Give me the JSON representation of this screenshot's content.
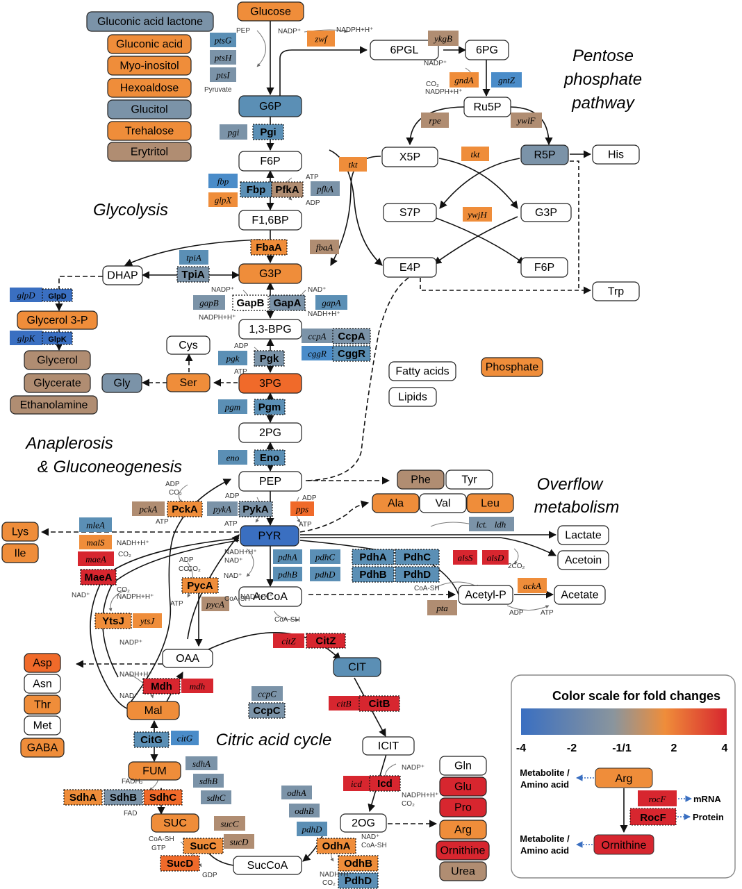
{
  "colors": {
    "deep_blue": "#3a6fc1",
    "blue": "#4a8cc9",
    "steel_blue": "#5b8fb5",
    "blue_grey": "#7b93a8",
    "grey": "#8a959d",
    "tan": "#b08d72",
    "orange": "#ef8d3a",
    "orange_red": "#f06a2a",
    "red": "#d7262f",
    "white": "#ffffff"
  },
  "titles": {
    "ppp": [
      "Pentose",
      "phosphate",
      "pathway"
    ],
    "glycolysis": "Glycolysis",
    "anaplerosis": [
      "Anaplerosis",
      "& Gluconeogenesis"
    ],
    "overflow": [
      "Overflow",
      "metabolism"
    ],
    "tca": "Citric acid cycle"
  },
  "metabolites": [
    {
      "t": "Gluconic acid lactone",
      "c": "blue_grey"
    },
    {
      "t": "Gluconic acid",
      "c": "orange"
    },
    {
      "t": "Myo-inositol",
      "c": "orange"
    },
    {
      "t": "Hexoaldose",
      "c": "orange"
    },
    {
      "t": "Glucitol",
      "c": "blue_grey"
    },
    {
      "t": "Trehalose",
      "c": "orange"
    },
    {
      "t": "Erytritol",
      "c": "tan"
    },
    {
      "t": "Glucose",
      "c": "orange"
    },
    {
      "t": "G6P",
      "c": "steel_blue"
    },
    {
      "t": "F6P",
      "c": "white"
    },
    {
      "t": "F1,6BP",
      "c": "white"
    },
    {
      "t": "G3P",
      "c": "orange"
    },
    {
      "t": "DHAP",
      "c": "white"
    },
    {
      "t": "Glycerol 3-P",
      "c": "orange"
    },
    {
      "t": "Glycerol",
      "c": "tan"
    },
    {
      "t": "Glycerate",
      "c": "tan"
    },
    {
      "t": "Ethanolamine",
      "c": "tan"
    },
    {
      "t": "1,3-BPG",
      "c": "white"
    },
    {
      "t": "Cys",
      "c": "white"
    },
    {
      "t": "3PG",
      "c": "orange_red"
    },
    {
      "t": "Ser",
      "c": "orange"
    },
    {
      "t": "Gly",
      "c": "blue_grey"
    },
    {
      "t": "2PG",
      "c": "white"
    },
    {
      "t": "PEP",
      "c": "white"
    },
    {
      "t": "PYR",
      "c": "deep_blue"
    },
    {
      "t": "AcCoA",
      "c": "white"
    },
    {
      "t": "OAA",
      "c": "white"
    },
    {
      "t": "Mal",
      "c": "orange"
    },
    {
      "t": "FUM",
      "c": "orange"
    },
    {
      "t": "SUC",
      "c": "orange"
    },
    {
      "t": "SucCoA",
      "c": "white"
    },
    {
      "t": "2OG",
      "c": "white"
    },
    {
      "t": "ICIT",
      "c": "white"
    },
    {
      "t": "CIT",
      "c": "steel_blue"
    },
    {
      "t": "6PGL",
      "c": "white"
    },
    {
      "t": "6PG",
      "c": "white"
    },
    {
      "t": "Ru5P",
      "c": "white"
    },
    {
      "t": "X5P",
      "c": "white"
    },
    {
      "t": "R5P",
      "c": "blue_grey"
    },
    {
      "t": "His",
      "c": "white"
    },
    {
      "t": "S7P",
      "c": "white"
    },
    {
      "t": "G3P",
      "c": "white"
    },
    {
      "t": "E4P",
      "c": "white"
    },
    {
      "t": "F6P",
      "c": "white"
    },
    {
      "t": "Trp",
      "c": "white"
    },
    {
      "t": "Fatty acids",
      "c": "white"
    },
    {
      "t": "Lipids",
      "c": "white"
    },
    {
      "t": "Phosphate",
      "c": "orange"
    },
    {
      "t": "Phe",
      "c": "tan"
    },
    {
      "t": "Tyr",
      "c": "white"
    },
    {
      "t": "Ala",
      "c": "orange"
    },
    {
      "t": "Val",
      "c": "white"
    },
    {
      "t": "Leu",
      "c": "orange"
    },
    {
      "t": "Lactate",
      "c": "white"
    },
    {
      "t": "Acetoin",
      "c": "white"
    },
    {
      "t": "Acetyl-P",
      "c": "white"
    },
    {
      "t": "Acetate",
      "c": "white"
    },
    {
      "t": "Lys",
      "c": "orange"
    },
    {
      "t": "Ile",
      "c": "orange"
    },
    {
      "t": "Asp",
      "c": "orange_red"
    },
    {
      "t": "Asn",
      "c": "white"
    },
    {
      "t": "Thr",
      "c": "orange"
    },
    {
      "t": "Met",
      "c": "white"
    },
    {
      "t": "GABA",
      "c": "orange"
    },
    {
      "t": "Gln",
      "c": "white"
    },
    {
      "t": "Glu",
      "c": "red"
    },
    {
      "t": "Pro",
      "c": "red"
    },
    {
      "t": "Arg",
      "c": "orange"
    },
    {
      "t": "Ornithine",
      "c": "red"
    },
    {
      "t": "Urea",
      "c": "tan"
    }
  ],
  "genes": [
    {
      "t": "ptsG",
      "c": "steel_blue"
    },
    {
      "t": "ptsH",
      "c": "blue_grey"
    },
    {
      "t": "ptsI",
      "c": "blue_grey"
    },
    {
      "t": "zwf",
      "c": "orange"
    },
    {
      "t": "ykgB",
      "c": "tan"
    },
    {
      "t": "gndA",
      "c": "orange"
    },
    {
      "t": "gntZ",
      "c": "blue"
    },
    {
      "t": "rpe",
      "c": "tan"
    },
    {
      "t": "ywlF",
      "c": "tan"
    },
    {
      "t": "tkt",
      "c": "orange"
    },
    {
      "t": "tkt",
      "c": "orange"
    },
    {
      "t": "ywjH",
      "c": "orange"
    },
    {
      "t": "pgi",
      "c": "blue_grey"
    },
    {
      "t": "fbp",
      "c": "blue"
    },
    {
      "t": "glpX",
      "c": "orange"
    },
    {
      "t": "pfkA",
      "c": "blue_grey"
    },
    {
      "t": "fbaA",
      "c": "tan"
    },
    {
      "t": "tpiA",
      "c": "steel_blue"
    },
    {
      "t": "glpD",
      "c": "deep_blue"
    },
    {
      "t": "glpK",
      "c": "deep_blue"
    },
    {
      "t": "gapB",
      "c": "blue_grey"
    },
    {
      "t": "gapA",
      "c": "steel_blue"
    },
    {
      "t": "ccpA",
      "c": "blue_grey"
    },
    {
      "t": "cggR",
      "c": "blue"
    },
    {
      "t": "pgk",
      "c": "steel_blue"
    },
    {
      "t": "pgm",
      "c": "steel_blue"
    },
    {
      "t": "eno",
      "c": "steel_blue"
    },
    {
      "t": "pckA",
      "c": "tan"
    },
    {
      "t": "pykA",
      "c": "blue_grey"
    },
    {
      "t": "pps",
      "c": "orange_red"
    },
    {
      "t": "mleA",
      "c": "steel_blue"
    },
    {
      "t": "malS",
      "c": "orange"
    },
    {
      "t": "maeA",
      "c": "red"
    },
    {
      "t": "ytsJ",
      "c": "orange"
    },
    {
      "t": "pycA",
      "c": "tan"
    },
    {
      "t": "pdhA",
      "c": "steel_blue"
    },
    {
      "t": "pdhC",
      "c": "steel_blue"
    },
    {
      "t": "pdhB",
      "c": "steel_blue"
    },
    {
      "t": "pdhD",
      "c": "steel_blue"
    },
    {
      "t": "lctP",
      "c": "blue_grey"
    },
    {
      "t": "ldh",
      "c": "blue_grey"
    },
    {
      "t": "alsS",
      "c": "red"
    },
    {
      "t": "alsD",
      "c": "red"
    },
    {
      "t": "ackA",
      "c": "orange"
    },
    {
      "t": "pta",
      "c": "tan"
    },
    {
      "t": "citZ",
      "c": "red"
    },
    {
      "t": "citB",
      "c": "red"
    },
    {
      "t": "mdh",
      "c": "red"
    },
    {
      "t": "ccpC",
      "c": "blue_grey"
    },
    {
      "t": "citG",
      "c": "blue"
    },
    {
      "t": "sdhA",
      "c": "blue_grey"
    },
    {
      "t": "sdhB",
      "c": "blue_grey"
    },
    {
      "t": "sdhC",
      "c": "blue_grey"
    },
    {
      "t": "odhA",
      "c": "blue_grey"
    },
    {
      "t": "odhB",
      "c": "blue_grey"
    },
    {
      "t": "pdhD",
      "c": "steel_blue"
    },
    {
      "t": "sucC",
      "c": "tan"
    },
    {
      "t": "sucD",
      "c": "tan"
    },
    {
      "t": "icd",
      "c": "red"
    },
    {
      "t": "rocF",
      "c": "red"
    }
  ],
  "proteins": [
    {
      "t": "Pgi",
      "c": "steel_blue"
    },
    {
      "t": "Fbp",
      "c": "steel_blue"
    },
    {
      "t": "PfkA",
      "c": "tan"
    },
    {
      "t": "FbaA",
      "c": "orange"
    },
    {
      "t": "TpiA",
      "c": "blue_grey"
    },
    {
      "t": "GlpD",
      "c": "deep_blue"
    },
    {
      "t": "GlpK",
      "c": "deep_blue"
    },
    {
      "t": "GapB",
      "c": "white"
    },
    {
      "t": "GapA",
      "c": "blue_grey"
    },
    {
      "t": "CcpA",
      "c": "blue_grey"
    },
    {
      "t": "CggR",
      "c": "steel_blue"
    },
    {
      "t": "Pgk",
      "c": "blue_grey"
    },
    {
      "t": "Pgm",
      "c": "steel_blue"
    },
    {
      "t": "Eno",
      "c": "steel_blue"
    },
    {
      "t": "PckA",
      "c": "orange"
    },
    {
      "t": "PykA",
      "c": "blue_grey"
    },
    {
      "t": "MaeA",
      "c": "red"
    },
    {
      "t": "YtsJ",
      "c": "orange"
    },
    {
      "t": "PycA",
      "c": "orange"
    },
    {
      "t": "PdhA",
      "c": "steel_blue"
    },
    {
      "t": "PdhC",
      "c": "steel_blue"
    },
    {
      "t": "PdhB",
      "c": "steel_blue"
    },
    {
      "t": "PdhD",
      "c": "steel_blue"
    },
    {
      "t": "CitZ",
      "c": "red"
    },
    {
      "t": "CitB",
      "c": "red"
    },
    {
      "t": "Mdh",
      "c": "red"
    },
    {
      "t": "CcpC",
      "c": "blue_grey"
    },
    {
      "t": "CitG",
      "c": "steel_blue"
    },
    {
      "t": "SdhA",
      "c": "orange"
    },
    {
      "t": "SdhB",
      "c": "blue_grey"
    },
    {
      "t": "SdhC",
      "c": "orange_red"
    },
    {
      "t": "SucC",
      "c": "orange"
    },
    {
      "t": "SucD",
      "c": "orange_red"
    },
    {
      "t": "OdhA",
      "c": "orange"
    },
    {
      "t": "OdhB",
      "c": "orange"
    },
    {
      "t": "PdhD",
      "c": "steel_blue"
    },
    {
      "t": "Icd",
      "c": "red"
    },
    {
      "t": "RocF",
      "c": "red"
    }
  ],
  "cofactors": [
    "PEP",
    "Pyruvate",
    "NADP⁺",
    "NADPH+H⁺",
    "NADP⁺",
    "CO₂",
    "NADPH+H⁺",
    "ATP",
    "ADP",
    "NADP⁺",
    "NAD⁺",
    "NADPH+H⁺",
    "NADH+H⁺",
    "ADP",
    "ATP",
    "ADP",
    "CO₂",
    "ATP",
    "ADP",
    "ATP",
    "ADP",
    "ATP",
    "NADH+H⁺",
    "CO₂",
    "NADH+H⁺",
    "NAD⁺",
    "NAD⁺",
    "CoA-SH",
    "NADH+H⁺",
    "CO₂",
    "ADP",
    "CO₂",
    "ATP",
    "CO₂",
    "NADPH+H⁺",
    "NAD⁺",
    "NADP⁺",
    "2CO₂",
    "CoA-SH",
    "ADP",
    "ATP",
    "CoA-SH",
    "NADH+H⁺",
    "NAD⁺",
    "NADP⁺",
    "NADPH+H⁺",
    "CO₂",
    "FADH₂",
    "FAD",
    "CoA-SH",
    "GTP",
    "GDP",
    "NAD⁺",
    "CoA-SH",
    "NADH+H⁺",
    "CO₂"
  ],
  "legend": {
    "title": "Color scale for fold changes",
    "ticks": [
      "-4",
      "-2",
      "-1/1",
      "2",
      "4"
    ],
    "gradient": [
      "#3a6fc1",
      "#8a959d",
      "#ef8d3a",
      "#d7262f"
    ],
    "metabolite_label": [
      "Metabolite /",
      "Amino acid"
    ],
    "metabolite_label_2": [
      "Metabolite /",
      "Amino acid"
    ],
    "example_top": "Arg",
    "example_gene": "rocF",
    "example_protein": "RocF",
    "example_bottom": "Ornithine",
    "mrna_label": "mRNA",
    "protein_label": "Protein"
  }
}
